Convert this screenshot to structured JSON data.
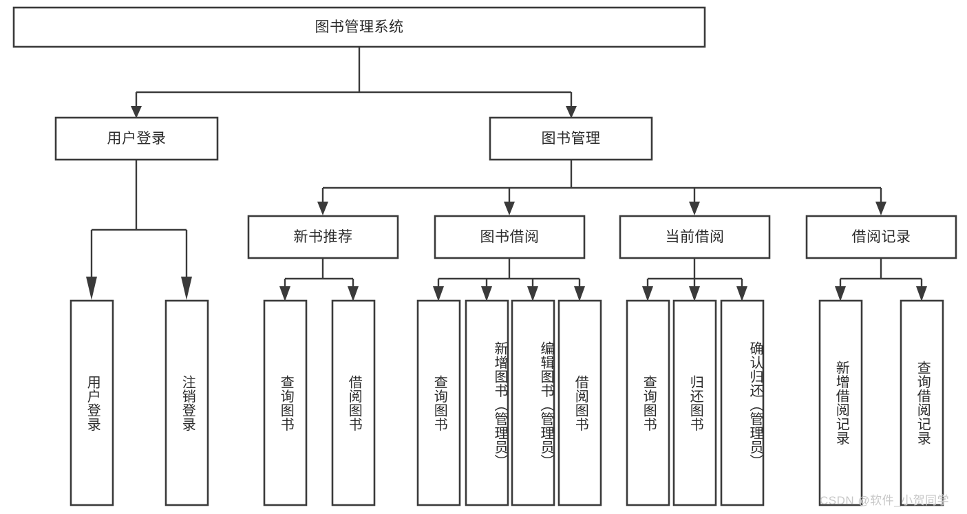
{
  "diagram": {
    "type": "tree-hierarchy-chart",
    "title": "图书管理系统",
    "orientation": "top-down",
    "colors": {
      "box_fill": "#ffffff",
      "box_stroke": "#3a3a3a",
      "connector": "#3a3a3a",
      "text": "#2b2b2b",
      "background": "#ffffff",
      "watermark": "#c8c8c8"
    },
    "root": {
      "label": "图书管理系统",
      "name": "node-root-library-management-system"
    },
    "level1": [
      {
        "label": "用户登录",
        "name": "node-user-login"
      },
      {
        "label": "图书管理",
        "name": "node-book-management"
      }
    ],
    "level2": [
      {
        "label": "新书推荐",
        "name": "node-new-book-recommendation"
      },
      {
        "label": "图书借阅",
        "name": "node-book-borrowing"
      },
      {
        "label": "当前借阅",
        "name": "node-current-borrowing"
      },
      {
        "label": "借阅记录",
        "name": "node-borrowing-records"
      }
    ],
    "leaves": {
      "user_login": [
        {
          "label": "用户登录",
          "name": "leaf-user-login"
        },
        {
          "label": "注销登录",
          "name": "leaf-logout"
        }
      ],
      "new_book_recommendation": [
        {
          "label": "查询图书",
          "name": "leaf-query-books-recommend"
        },
        {
          "label": "借阅图书",
          "name": "leaf-borrow-books-recommend"
        }
      ],
      "book_borrowing": [
        {
          "label": "查询图书",
          "name": "leaf-query-books-borrow"
        },
        {
          "label": "新增图书（管理员）",
          "name": "leaf-add-book-admin"
        },
        {
          "label": "编辑图书（管理员）",
          "name": "leaf-edit-book-admin"
        },
        {
          "label": "借阅图书",
          "name": "leaf-borrow-books"
        }
      ],
      "current_borrowing": [
        {
          "label": "查询图书",
          "name": "leaf-query-books-current"
        },
        {
          "label": "归还图书",
          "name": "leaf-return-books"
        },
        {
          "label": "确认归还（管理员）",
          "name": "leaf-confirm-return-admin"
        }
      ],
      "borrowing_records": [
        {
          "label": "新增借阅记录",
          "name": "leaf-add-borrow-record"
        },
        {
          "label": "查询借阅记录",
          "name": "leaf-query-borrow-record"
        }
      ]
    },
    "watermark": "CSDN @软件_小贺同学"
  }
}
